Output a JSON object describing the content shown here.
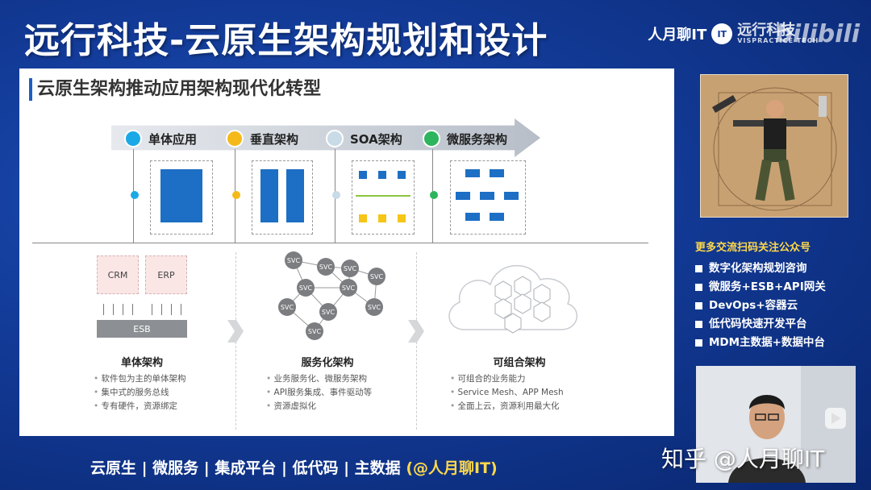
{
  "header": {
    "title": "远行科技-云原生架构规划和设计",
    "brand_name": "人月聊IT",
    "logo_text": "IT",
    "company_cn": "远行科技",
    "company_en": "VISPRACTICE TECH",
    "watermark": "bilibili"
  },
  "slide": {
    "title": "云原生架构推动应用架构现代化转型",
    "stages": [
      {
        "label": "单体应用",
        "color": "#1aa9e6"
      },
      {
        "label": "垂直架构",
        "color": "#f5b91a"
      },
      {
        "label": "SOA架构",
        "color": "#c8dbe6"
      },
      {
        "label": "微服务架构",
        "color": "#2db55d"
      }
    ],
    "monolith": {
      "apps": [
        "CRM",
        "ERP"
      ],
      "bus": "ESB",
      "title": "单体架构",
      "bullets": [
        "软件包为主的单体架构",
        "集中式的服务总线",
        "专有硬件，资源绑定"
      ]
    },
    "service": {
      "node_label": "SVC",
      "title": "服务化架构",
      "bullets": [
        "业务服务化、微服务架构",
        "API服务集成、事件驱动等",
        "资源虚拟化"
      ]
    },
    "composable": {
      "title": "可组合架构",
      "bullets": [
        "可组合的业务能力",
        "Service Mesh、APP Mesh",
        "全面上云，资源利用最大化"
      ]
    }
  },
  "promo": {
    "title": "更多交流扫码关注公众号",
    "items": [
      "数字化架构规划咨询",
      "微服务+ESB+API网关",
      "DevOps+容器云",
      "低代码快速开发平台",
      "MDM主数据+数据中台"
    ]
  },
  "footer": {
    "text": "云原生 | 微服务 | 集成平台 | 低代码 | 主数据",
    "handle": "(@人月聊IT)"
  },
  "watermark_zhihu": "知乎 @人月聊IT",
  "colors": {
    "accent": "#1c6fc4",
    "highlight": "#ffd94a",
    "background": "#123a96"
  }
}
